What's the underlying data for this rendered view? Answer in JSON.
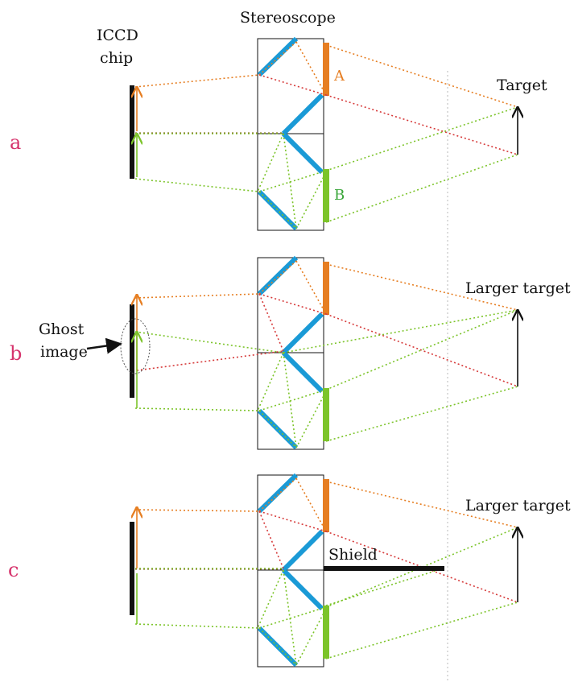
{
  "labels": {
    "header_chip_line1": "ICCD",
    "header_chip_line2": "chip",
    "header_stereoscope": "Stereoscope",
    "mirror_a": "A",
    "mirror_b": "B",
    "target_a": "Target",
    "target_b": "Larger target",
    "target_c": "Larger target",
    "ghost_line1": "Ghost",
    "ghost_line2": "image",
    "shield": "Shield"
  },
  "panels": [
    {
      "label": "a"
    },
    {
      "label": "b"
    },
    {
      "label": "c"
    }
  ],
  "colors": {
    "mirror_blue": "#1a9ad6",
    "orange": "#e67e22",
    "green": "#7cc42a",
    "red": "#d63a3a",
    "panel_label": "#d6336c",
    "mirror_a_label": "#e67e22",
    "mirror_b_label": "#3aa63a",
    "black": "#111111",
    "guide_gray": "#b8b8b8"
  }
}
